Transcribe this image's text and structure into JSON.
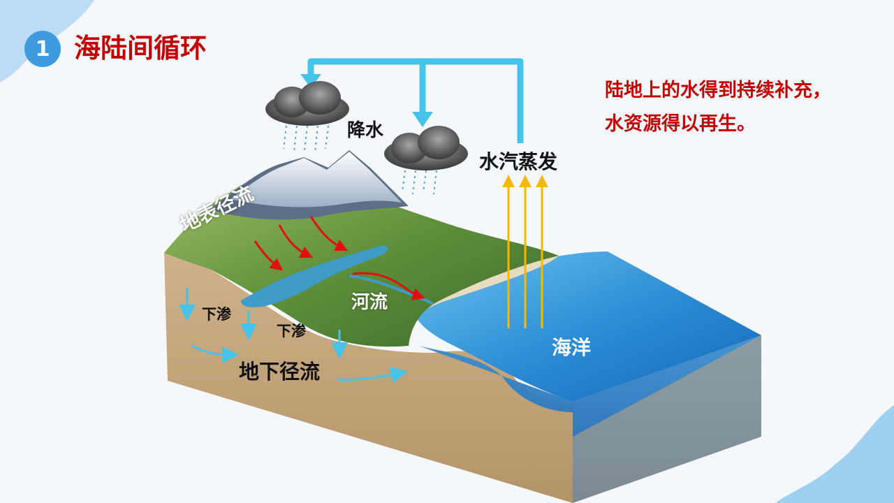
{
  "header": {
    "number": "1",
    "title": "海陆间循环"
  },
  "note": {
    "line1": "陆地上的水得到持续补充，",
    "line2": "水资源得以再生。"
  },
  "diagram": {
    "labels": {
      "precipitation": "降水",
      "evaporation": "水汽蒸发",
      "surface_runoff": "地表径流",
      "river": "河流",
      "infiltration_1": "下渗",
      "infiltration_2": "下渗",
      "groundwater_runoff": "地下径流",
      "ocean": "海洋"
    }
  },
  "colors": {
    "title": "#c00000",
    "badge": "#3f9be0",
    "cycle_arrow": "#45c3e8",
    "evaporation_arrow": "#f5b800",
    "runoff_arrow": "#e01010",
    "ocean": "#1f78c4",
    "soil": "#c4a57c"
  }
}
